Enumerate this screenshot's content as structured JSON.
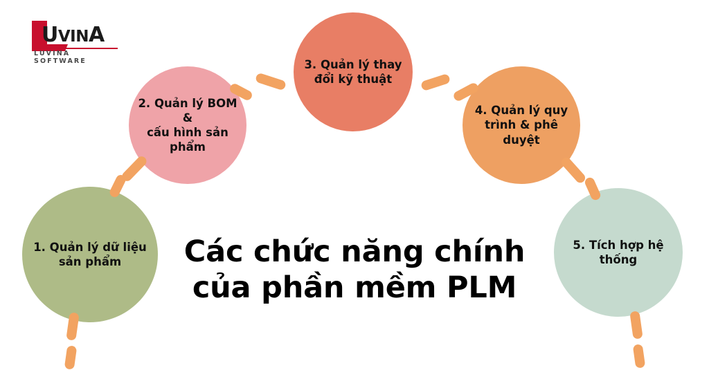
{
  "brand": {
    "name": "LUVINA",
    "name_lead": "L",
    "name_rest": "UVIN",
    "name_tail": "A",
    "tagline": "LUVINA SOFTWARE",
    "logo_red": "#c8102e",
    "logo_dark": "#1b1b1b"
  },
  "title": {
    "line1": "Các chức năng chính",
    "line2": "của phần mềm PLM"
  },
  "diagram": {
    "type": "arc-process",
    "connector_color": "#f2a361",
    "background": "#ffffff",
    "nodes": [
      {
        "index": "1",
        "label": "1. Quản lý dữ liệu\nsản phẩm",
        "color": "#aebb87",
        "text_color": "#111111"
      },
      {
        "index": "2",
        "label": "2. Quản lý BOM &\ncấu hình sản\nphẩm",
        "color": "#efa3a8",
        "text_color": "#111111"
      },
      {
        "index": "3",
        "label": "3. Quản lý thay\nđổi kỹ thuật",
        "color": "#e87e65",
        "text_color": "#111111"
      },
      {
        "index": "4",
        "label": "4. Quản lý quy\ntrình & phê duyệt",
        "color": "#eea062",
        "text_color": "#111111"
      },
      {
        "index": "5",
        "label": "5. Tích hợp hệ\nthống",
        "color": "#c5dace",
        "text_color": "#111111"
      }
    ]
  }
}
